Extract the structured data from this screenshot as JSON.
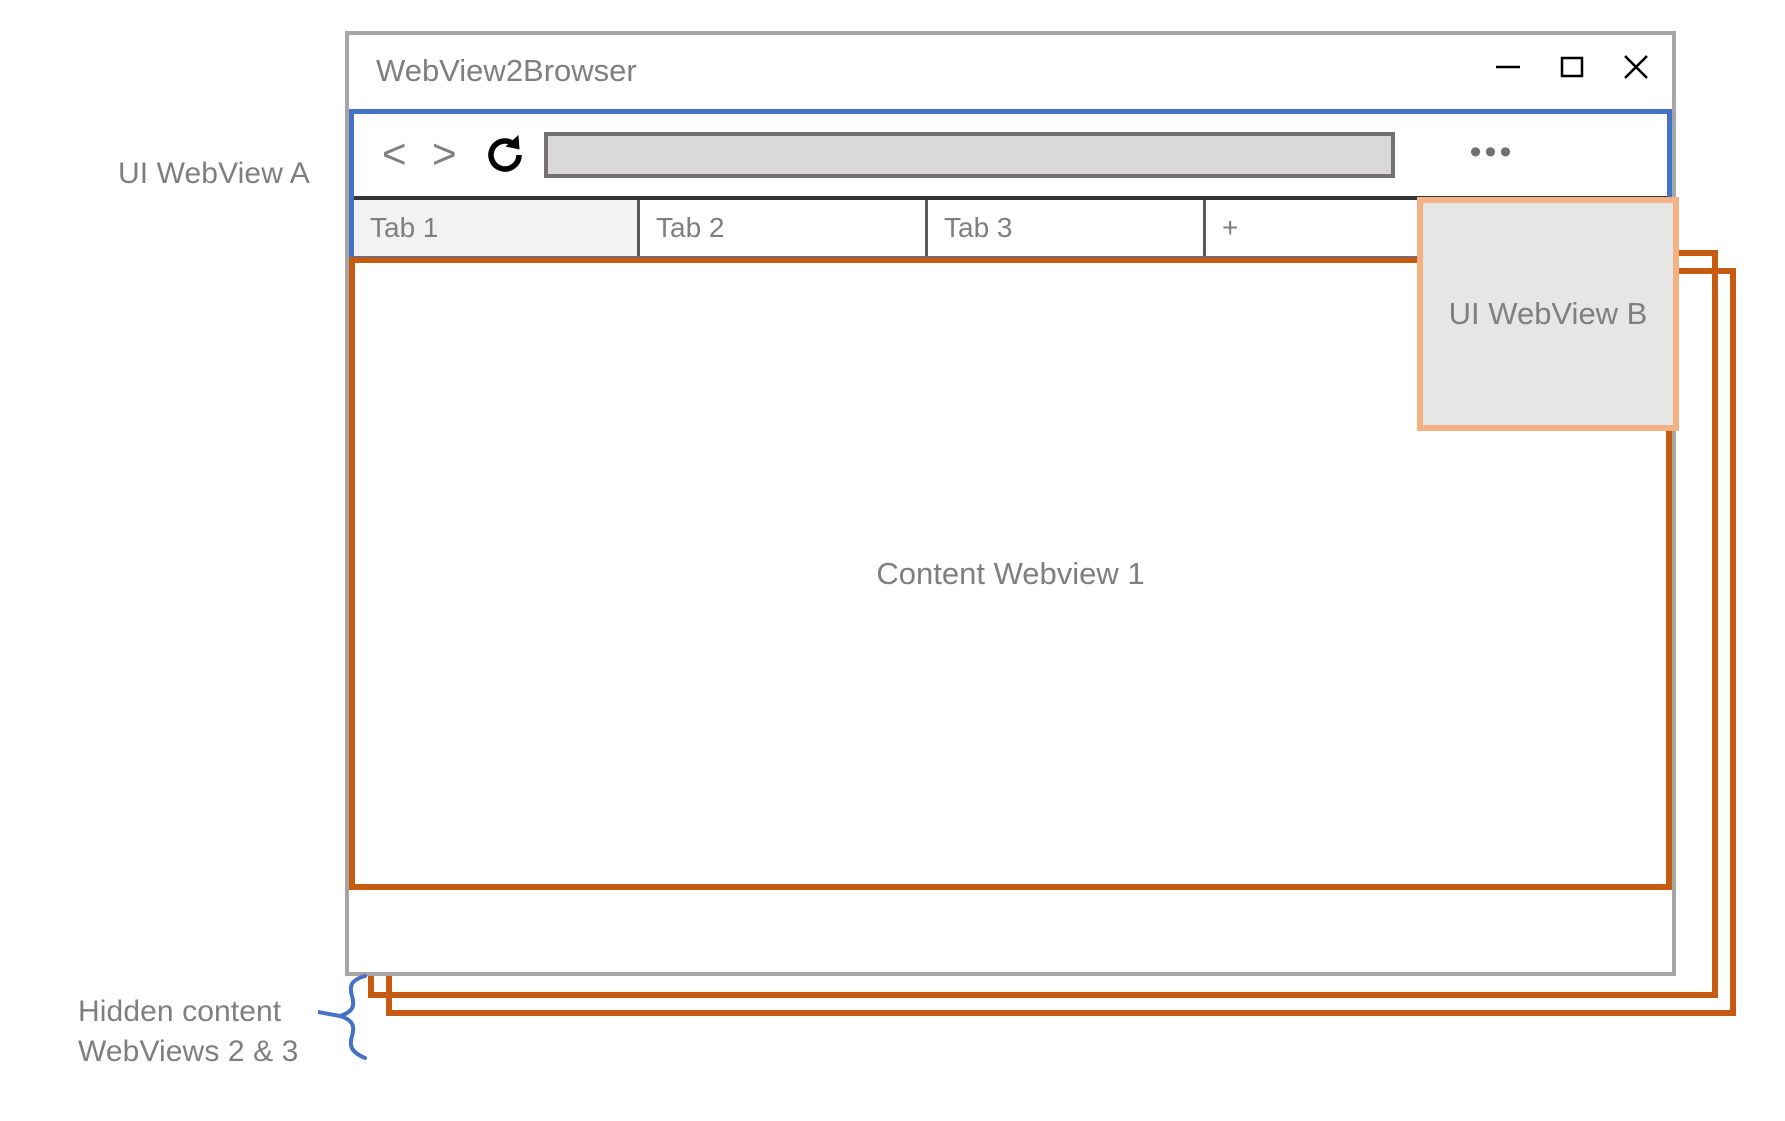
{
  "annotations": {
    "ui_webview_a_label": "UI WebView A",
    "hidden_content_label": "Hidden content\nWebViews 2 & 3"
  },
  "window": {
    "title": "WebView2Browser",
    "controls": [
      {
        "name": "minimize",
        "glyph": "—"
      },
      {
        "name": "maximize",
        "glyph": "□"
      },
      {
        "name": "close",
        "glyph": "✕"
      }
    ]
  },
  "toolbar": {
    "back_label": "<",
    "forward_label": ">",
    "reload_label": "reload-icon",
    "address_value": "",
    "address_placeholder": "",
    "more_label": "•••"
  },
  "tabs": [
    {
      "label": "Tab 1",
      "active": true
    },
    {
      "label": "Tab 2",
      "active": false
    },
    {
      "label": "Tab 3",
      "active": false
    },
    {
      "label": "+",
      "active": false
    }
  ],
  "content": {
    "webview_1_label": "Content Webview 1"
  },
  "popup": {
    "ui_webview_b_label": "UI WebView B"
  },
  "colors": {
    "ui_webview_a_border": "#4472c4",
    "ui_webview_b_border": "#f4b183",
    "ui_webview_b_fill": "#e7e6e6",
    "content_webview_border": "#c55a11",
    "window_frame": "#a6a6a6",
    "address_fill": "#d9d9d9",
    "address_border": "#767171",
    "text_gray": "#7f7f7f",
    "brace_blue": "#4472c4",
    "active_tab_fill": "#f2f2f2"
  }
}
